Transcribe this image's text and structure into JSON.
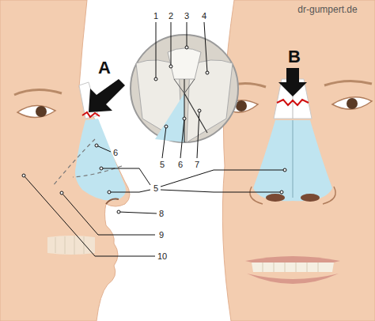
{
  "diagram": {
    "labels": [
      "dr-gumpert.de",
      "1",
      "2",
      "3",
      "4",
      "B",
      "A",
      "6",
      "5",
      "6",
      "7",
      "5",
      "8",
      "9",
      "10"
    ]
  }
}
